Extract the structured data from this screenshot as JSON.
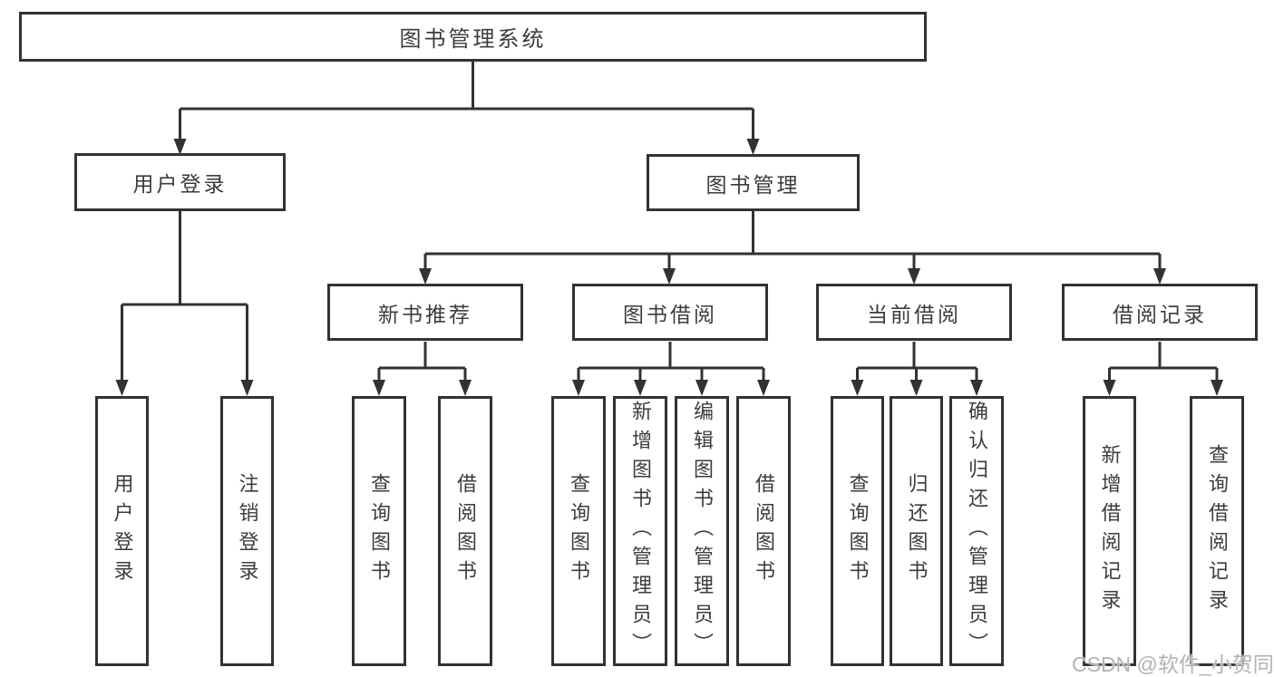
{
  "diagram": {
    "root": "图书管理系统",
    "branches": [
      {
        "label": "用户登录",
        "children": [
          "用户登录",
          "注销登录"
        ]
      },
      {
        "label": "图书管理",
        "sections": [
          {
            "label": "新书推荐",
            "children": [
              "查询图书",
              "借阅图书"
            ]
          },
          {
            "label": "图书借阅",
            "children": [
              "查询图书",
              "新增图书（管理员）",
              "编辑图书（管理员）",
              "借阅图书"
            ]
          },
          {
            "label": "当前借阅",
            "children": [
              "查询图书",
              "归还图书",
              "确认归还（管理员）"
            ]
          },
          {
            "label": "借阅记录",
            "children": [
              "新增借阅记录",
              "查询借阅记录"
            ]
          }
        ]
      }
    ]
  },
  "watermark": {
    "text": "CSDN @软件_小贺同学"
  },
  "colors": {
    "line": "#323232",
    "text": "#3c3c3c",
    "watermark": "#b3b3b3",
    "background": "#ffffff"
  }
}
